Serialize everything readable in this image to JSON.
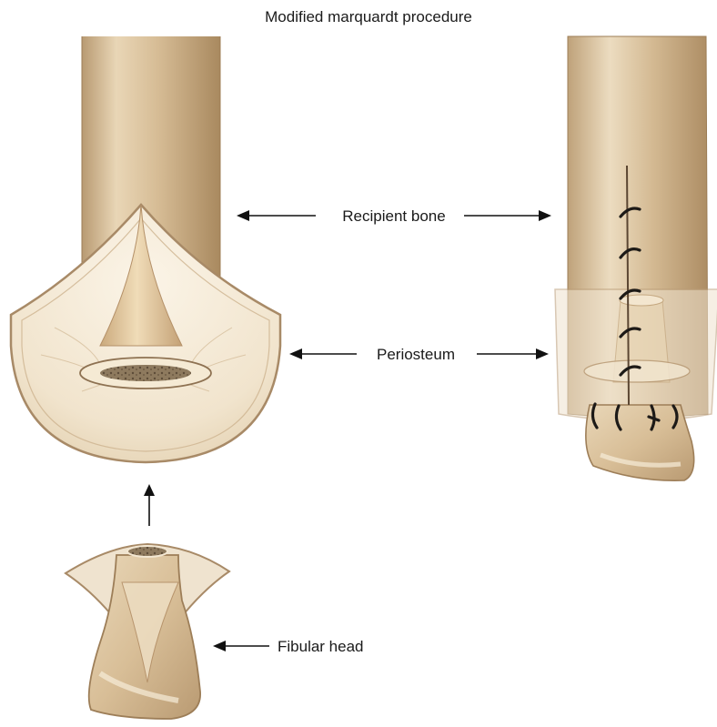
{
  "title": "Modified marquardt procedure",
  "labels": {
    "recipient_bone": "Recipient bone",
    "periosteum": "Periosteum",
    "fibular_head": "Fibular head"
  },
  "colors": {
    "bone_shaft": "#c9ac84",
    "bone_highlight": "#efdfc4",
    "periosteum": "#efe3cf",
    "periosteum_rim": "#a88a67",
    "marrow": "#8a7559",
    "suture": "#1d1a17"
  }
}
